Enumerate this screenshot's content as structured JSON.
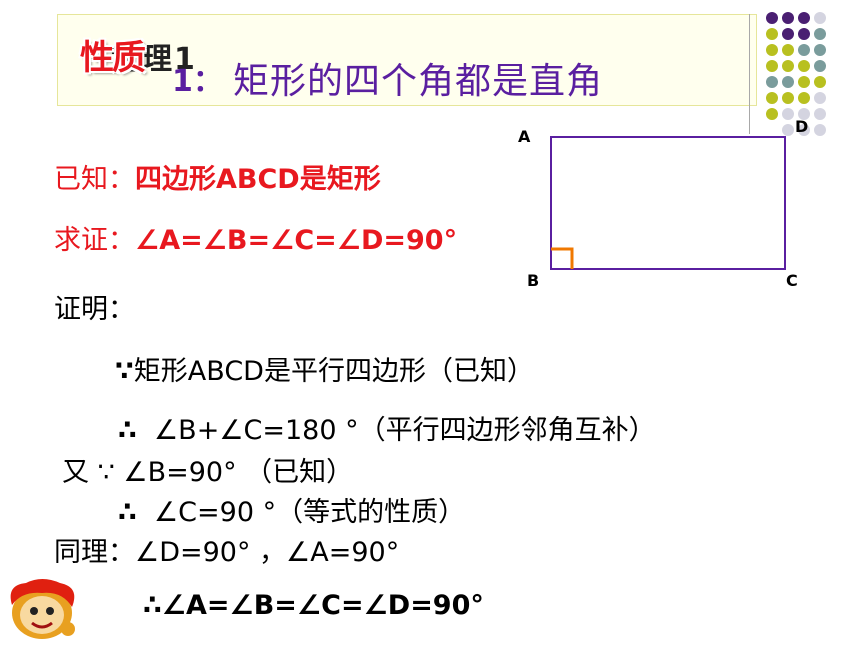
{
  "title": {
    "badge": "性质",
    "badge_shadow": "定理1",
    "colon": "1：",
    "text": "矩形的四个角都是直角"
  },
  "given": {
    "label": "已知：",
    "text": "四边形ABCD是矩形"
  },
  "prove": {
    "label": "求证：",
    "text": "∠A=∠B=∠C=∠D=90°"
  },
  "proof": {
    "heading": "证明：",
    "steps": [
      {
        "prefix": "∵",
        "text": "矩形ABCD是平行四边形（已知）"
      },
      {
        "prefix": "∴",
        "text": "∠B+∠C=180 °（平行四边形邻角互补）"
      },
      {
        "prefix": "又 ∵",
        "text": "∠B=90°  （已知）"
      },
      {
        "prefix": "∴",
        "text": "∠C=90 °（等式的性质）"
      },
      {
        "prefix": "同理：",
        "text": "∠D=90°  ，∠A=90°"
      },
      {
        "prefix": "∴",
        "text": "∠A=∠B=∠C=∠D=90°"
      }
    ]
  },
  "figure": {
    "vertices": {
      "A": "A",
      "B": "B",
      "C": "C",
      "D": "D"
    },
    "rect_color": "#5a1fa0",
    "right_angle_color": "#f07800"
  },
  "colors": {
    "accent_red": "#e8181f",
    "title_purple": "#5a1fa0",
    "dot_purple": "#4a1f72",
    "dot_teal": "#7a9c9c",
    "dot_olive": "#b8c020",
    "dot_light": "#d4d4e0"
  },
  "icons": [
    "dot-grid-decoration",
    "monkey-mascot-icon"
  ]
}
